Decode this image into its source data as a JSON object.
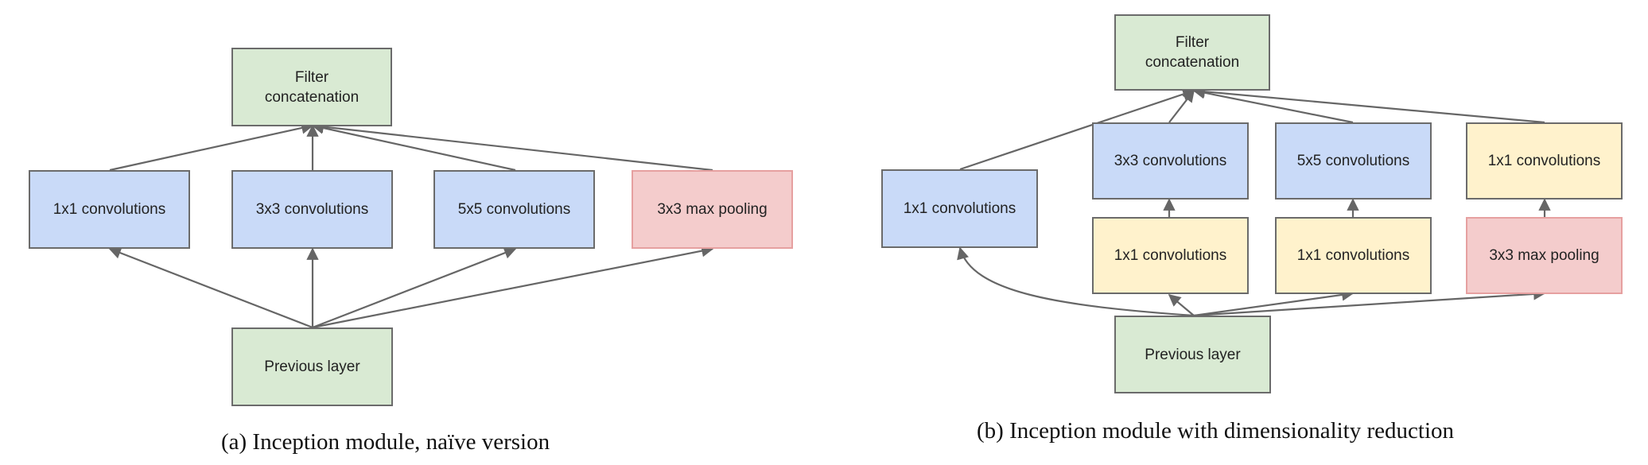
{
  "diagram_a": {
    "caption": "(a)  Inception module, naïve version",
    "filter_concat": "Filter\nconcatenation",
    "conv1": "1x1 convolutions",
    "conv3": "3x3 convolutions",
    "conv5": "5x5 convolutions",
    "pool": "3x3 max pooling",
    "previous": "Previous layer"
  },
  "diagram_b": {
    "caption": "(b)  Inception module with dimensionality reduction",
    "filter_concat": "Filter\nconcatenation",
    "conv1": "1x1 convolutions",
    "conv3": "3x3 convolutions",
    "conv5": "5x5 convolutions",
    "conv1_after_pool": "1x1 convolutions",
    "reduce3": "1x1 convolutions",
    "reduce5": "1x1 convolutions",
    "pool": "3x3 max pooling",
    "previous": "Previous layer"
  },
  "colors": {
    "concat_and_input": "#d9ead3",
    "convolution": "#c9daf8",
    "reduction": "#fff2cc",
    "pooling": "#f4cccc",
    "edge": "#666666"
  }
}
